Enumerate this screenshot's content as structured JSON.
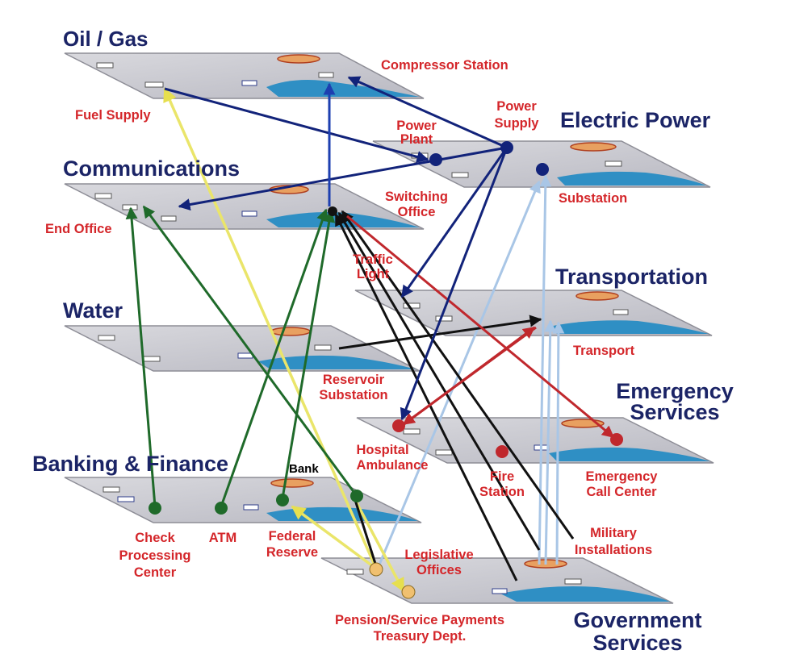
{
  "layers": {
    "oil_gas": "Oil / Gas",
    "electric_power": "Electric Power",
    "communications": "Communications",
    "transportation": "Transportation",
    "water": "Water",
    "emergency_services": [
      "Emergency",
      "Services"
    ],
    "banking_finance": "Banking & Finance",
    "government_services": [
      "Government",
      "Services"
    ]
  },
  "labels": {
    "compressor_station": "Compressor Station",
    "fuel_supply": "Fuel Supply",
    "power_plant": [
      "Power",
      "Plant"
    ],
    "power_supply": [
      "Power",
      "Supply"
    ],
    "substation": "Substation",
    "switching_office": [
      "Switching",
      "Office"
    ],
    "end_office": "End Office",
    "traffic_light": [
      "Traffic",
      "Light"
    ],
    "transport": "Transport",
    "reservoir_substation": [
      "Reservoir",
      "Substation"
    ],
    "hospital_ambulance": [
      "Hospital",
      "Ambulance"
    ],
    "fire_station": [
      "Fire",
      "Station"
    ],
    "emergency_call_center": [
      "Emergency",
      "Call Center"
    ],
    "bank": "Bank",
    "check_processing_center": [
      "Check",
      "Processing",
      "Center"
    ],
    "atm": "ATM",
    "federal_reserve": [
      "Federal",
      "Reserve"
    ],
    "legislative_offices": [
      "Legislative",
      "Offices"
    ],
    "military_installations": [
      "Military",
      "Installations"
    ],
    "pension_treasury": [
      "Pension/Service Payments",
      "Treasury Dept."
    ]
  },
  "colors": {
    "title": "#1b2466",
    "label": "#d4262a",
    "plane": "#c9c9cf",
    "water": "#2f8fc4",
    "navy": "#12237a",
    "green": "#1f6a2a",
    "yellow": "#f2ef7a",
    "red": "#c0282d",
    "black": "#111111",
    "lightblue": "#a9c6e6"
  }
}
